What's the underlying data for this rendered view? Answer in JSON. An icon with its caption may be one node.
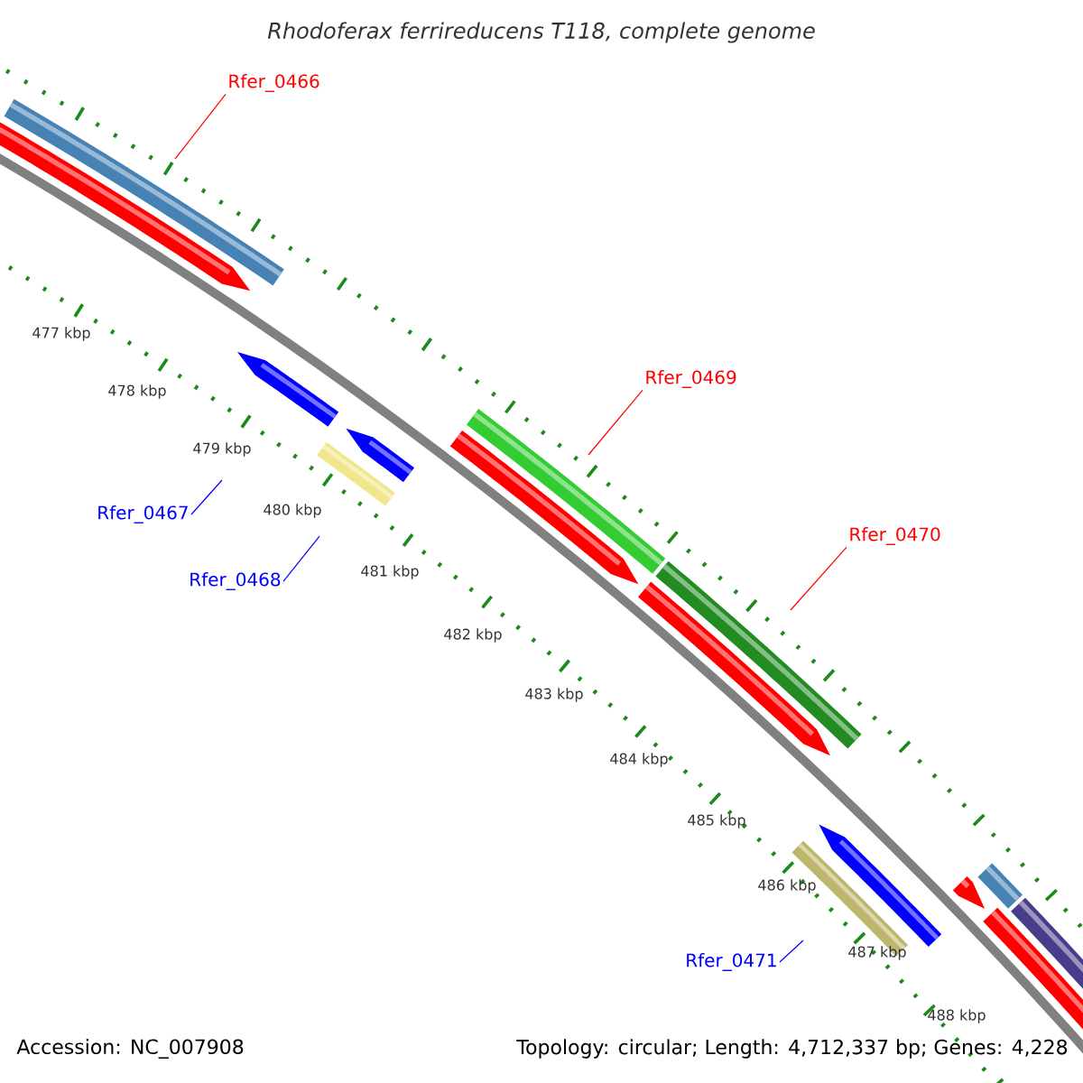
{
  "diagram": {
    "title": "Rhodoferax ferrireducens T118, complete genome",
    "nodes": [
      {
        "text": [
          "Rfer_0466"
        ]
      },
      {
        "text": [
          "Rfer_0469"
        ]
      },
      {
        "text": [
          "Rfer_0467"
        ]
      },
      {
        "text": [
          "Rfer_0470"
        ]
      },
      {
        "text": [
          "Rfer_0468"
        ]
      },
      {
        "text": [
          "Rfer_0471"
        ]
      }
    ],
    "edges": [
      {
        "from": 0,
        "to": null,
        "arrow": "none",
        "color": "#ff0000"
      },
      {
        "from": 1,
        "to": null,
        "arrow": "none",
        "color": "#ff0000"
      },
      {
        "from": 2,
        "to": null,
        "arrow": "none",
        "color": "#0000ff"
      },
      {
        "from": 3,
        "to": null,
        "arrow": "none",
        "color": "#ff0000"
      },
      {
        "from": 4,
        "to": null,
        "arrow": "none",
        "color": "#0000ff"
      },
      {
        "from": 5,
        "to": null,
        "arrow": "none",
        "color": "#0000ff"
      }
    ],
    "labels": [
      "477 kbp",
      "478 kbp",
      "479 kbp",
      "480 kbp",
      "481 kbp",
      "482 kbp",
      "483 kbp",
      "484 kbp",
      "485 kbp",
      "486 kbp",
      "487 kbp",
      "488 kbp",
      "Accession: NC_007908",
      "Topology: circular; Length: 4,712,337 bp; Genes: 4,228"
    ]
  }
}
